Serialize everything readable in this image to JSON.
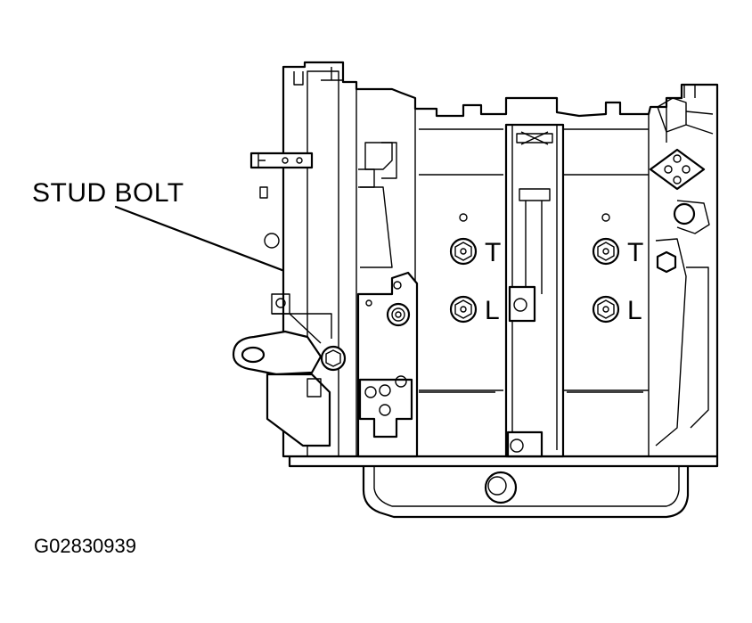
{
  "figure": {
    "callout_label": "STUD BOLT",
    "figure_id": "G02830939",
    "cylinder_marks": [
      {
        "top": "T",
        "bottom": "L"
      },
      {
        "top": "T",
        "bottom": "L"
      }
    ]
  }
}
